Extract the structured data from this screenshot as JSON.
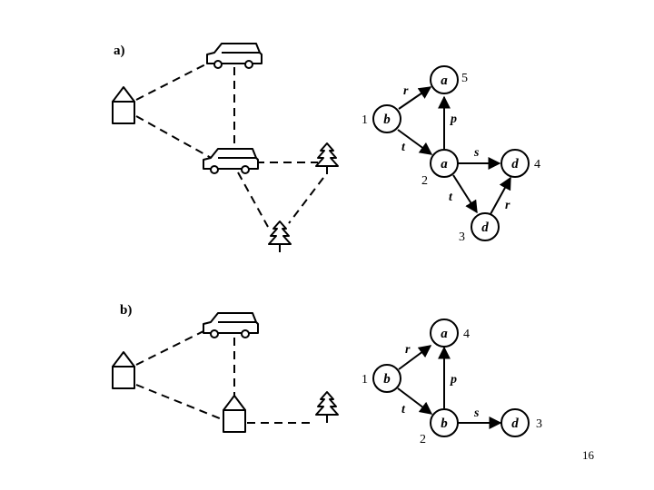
{
  "panels": [
    {
      "label": "a)"
    },
    {
      "label": "b)"
    }
  ],
  "graph_a": {
    "nodes": [
      {
        "letter": "a",
        "num": "5"
      },
      {
        "letter": "b",
        "num": "1"
      },
      {
        "letter": "a",
        "num": "2"
      },
      {
        "letter": "d",
        "num": "4"
      },
      {
        "letter": "d",
        "num": "3"
      }
    ],
    "edges": [
      "r",
      "t",
      "p",
      "s",
      "t",
      "r"
    ]
  },
  "graph_b": {
    "nodes": [
      {
        "letter": "a",
        "num": "4"
      },
      {
        "letter": "b",
        "num": "1"
      },
      {
        "letter": "b",
        "num": "2"
      },
      {
        "letter": "d",
        "num": "3"
      }
    ],
    "edges": [
      "r",
      "t",
      "p",
      "s"
    ]
  },
  "page_number": "16",
  "icons": [
    "house-icon",
    "car-icon",
    "tree-icon"
  ]
}
